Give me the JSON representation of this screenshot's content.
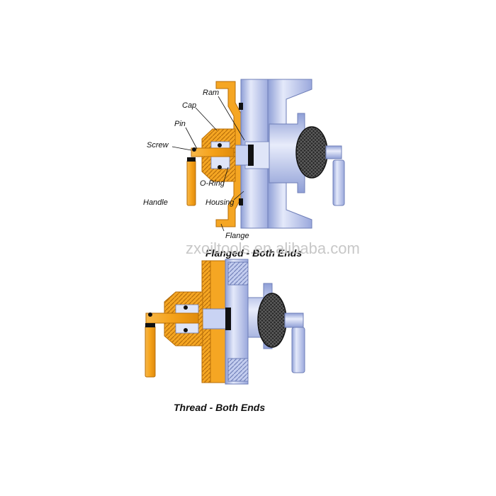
{
  "diagram": {
    "top": {
      "caption": "Flanged - Both Ends",
      "labels": {
        "ram": "Ram",
        "cap": "Cap",
        "pin": "Pin",
        "screw": "Screw",
        "handle": "Handle",
        "oring": "O-Ring",
        "housing": "Housing",
        "flange": "Flange"
      }
    },
    "bottom": {
      "caption": "Thread - Both Ends"
    },
    "watermark": "zxoiltools.en.alibaba.com"
  },
  "colors": {
    "orange": "#f5a623",
    "orange_dark": "#c97c10",
    "blue_body": "#b6c3ea",
    "blue_light": "#dfe5f8",
    "blue_dark": "#6f7fb8",
    "knob": "#2b2b2b",
    "black": "#111111"
  }
}
